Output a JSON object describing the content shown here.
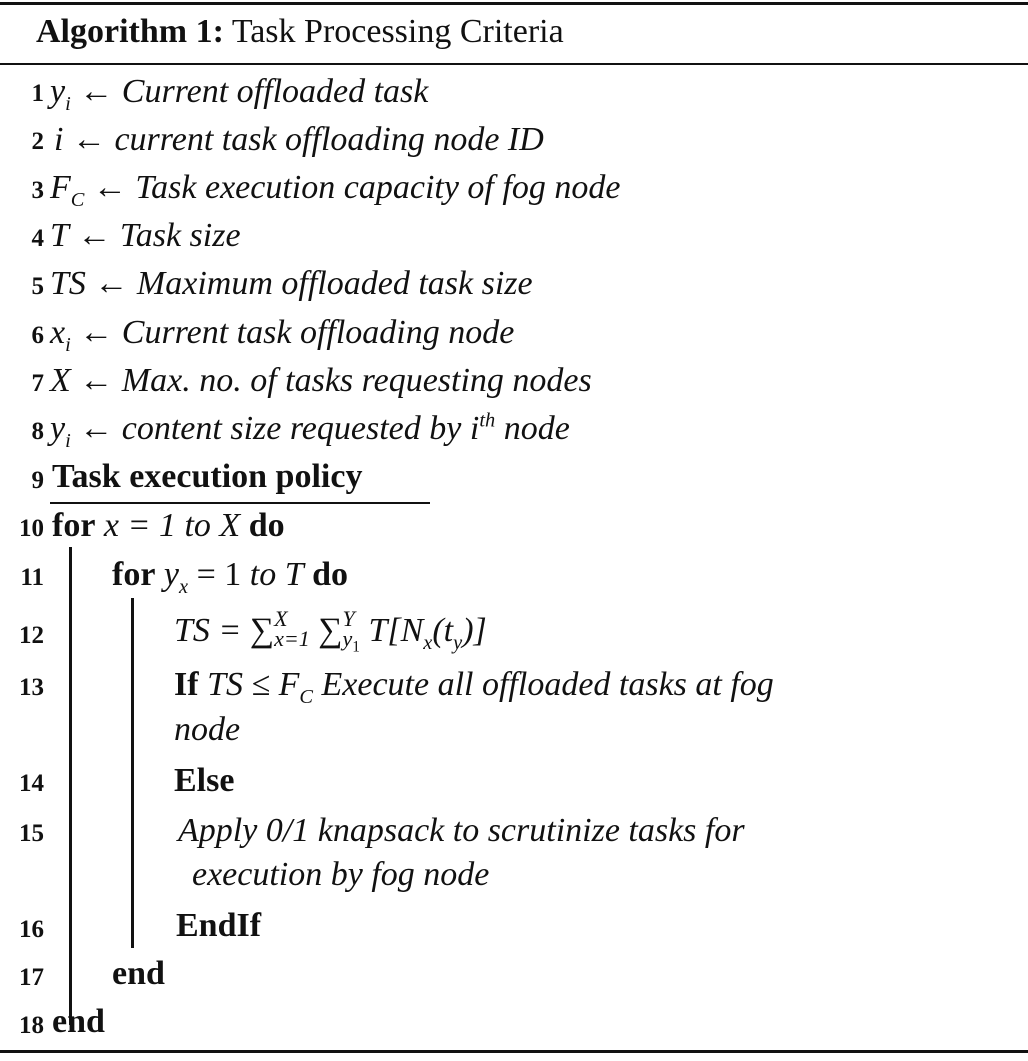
{
  "algorithm": {
    "label": "Algorithm 1:",
    "title": "Task Processing Criteria"
  },
  "lines": [
    {
      "num": "1",
      "var": "y",
      "sub": "i",
      "arrow": "←",
      "text": "Current offloaded task"
    },
    {
      "num": "2",
      "var": "i",
      "arrow": "←",
      "text": "current task offloading node ID"
    },
    {
      "num": "3",
      "var": "F",
      "sub": "C",
      "arrow": "←",
      "text": "Task execution capacity of fog node"
    },
    {
      "num": "4",
      "var": "T",
      "arrow": "←",
      "text": "Task size"
    },
    {
      "num": "5",
      "var": "TS",
      "arrow": "←",
      "text": "Maximum offloaded task size"
    },
    {
      "num": "6",
      "var": "x",
      "sub": "i",
      "arrow": "←",
      "text": "Current task offloading node"
    },
    {
      "num": "7",
      "var": "X",
      "arrow": "←",
      "text": "Max. no. of tasks requesting nodes"
    },
    {
      "num": "8",
      "var": "y",
      "sub": "i",
      "arrow": "←",
      "text": "content size requested by",
      "sup_var": "i",
      "sup": "th",
      "tail": "node"
    },
    {
      "num": "9",
      "text": "Task execution policy"
    },
    {
      "num": "10",
      "kw1": "for",
      "math": "x = 1",
      "to": "to",
      "math2": "X",
      "kw2": "do"
    },
    {
      "num": "11",
      "kw1": "for",
      "math_var": "y",
      "math_sub": "x",
      "math": "= 1",
      "to": "to",
      "math2": "T",
      "kw2": "do"
    },
    {
      "num": "12",
      "lhs": "TS =",
      "sum1_top": "X",
      "sum1_bot": "x=1",
      "sum2_top": "Y",
      "sum2_bot": "y",
      "sum2_bot_sub": "1",
      "rhs": "T[N",
      "rhs_sub": "x",
      "rhs2": "(t",
      "rhs2_sub": "y",
      "rhs3": ")]"
    },
    {
      "num": "13",
      "kw": "If",
      "cond": "TS ≤ F",
      "cond_sub": "C",
      "text": "Execute all offloaded tasks at fog",
      "cont": "node"
    },
    {
      "num": "14",
      "kw": "Else"
    },
    {
      "num": "15",
      "text": "Apply 0/1 knapsack to scrutinize tasks for",
      "cont": "execution by fog node"
    },
    {
      "num": "16",
      "kw": "EndIf"
    },
    {
      "num": "17",
      "kw": "end"
    },
    {
      "num": "18",
      "kw": "end"
    }
  ]
}
